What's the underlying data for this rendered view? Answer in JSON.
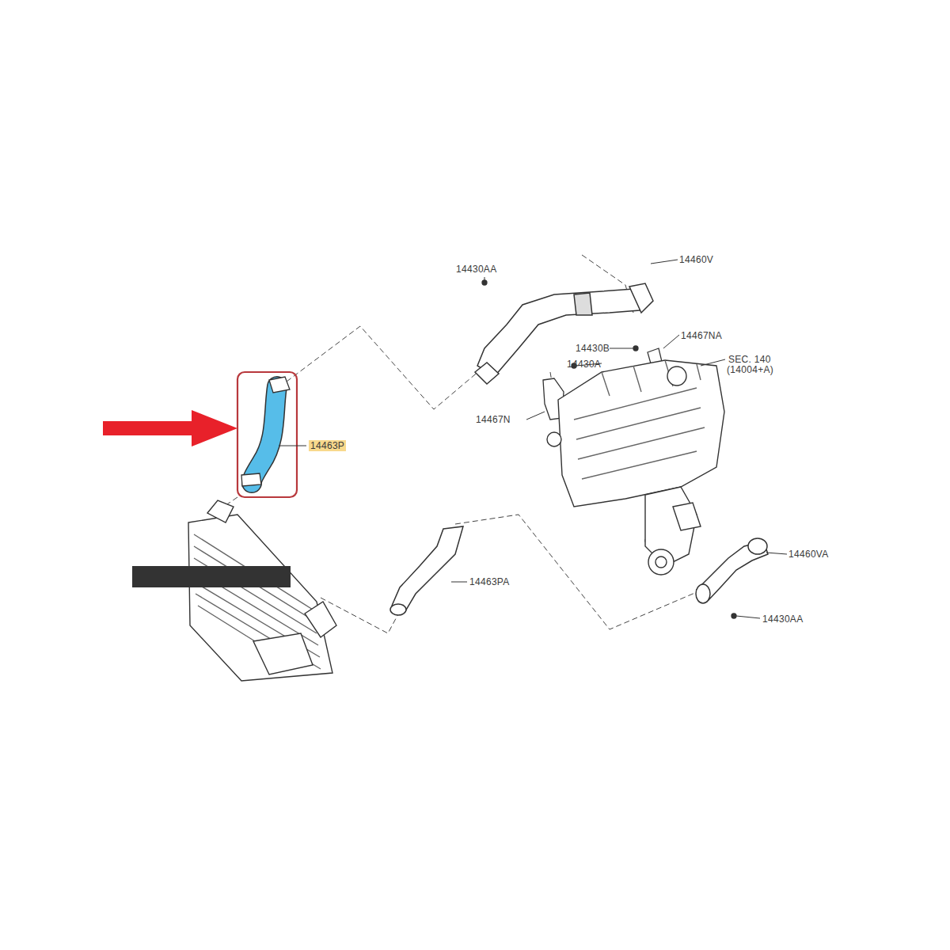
{
  "diagram": {
    "labels": [
      "14430AA",
      "14460V",
      "14467NA",
      "14430B",
      "14430A",
      "SEC. 140",
      "(14004+A)",
      "14467N",
      "14463P",
      "14463PA",
      "14460VA",
      "14430AA"
    ]
  }
}
